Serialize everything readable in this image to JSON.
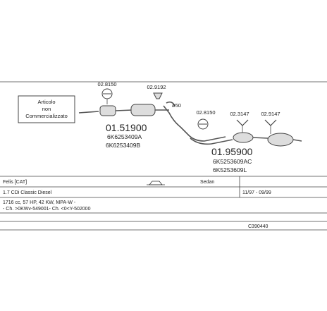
{
  "notice": {
    "line1": "Articolo",
    "line2": "non",
    "line3": "Commercializzato"
  },
  "parts": [
    {
      "number": "01.51900",
      "alt1": "6K6253409A",
      "alt2": "6K6253409B"
    },
    {
      "number": "01.95900",
      "alt1": "6K5253609AC",
      "alt2": "6K5253609L"
    }
  ],
  "fittings": [
    {
      "code": "02.8150"
    },
    {
      "code": "02.9192"
    },
    {
      "code": "02.8150"
    },
    {
      "code": "02.3147"
    },
    {
      "code": "02.9147"
    }
  ],
  "diameter_label": "ø50",
  "info": {
    "model": "Felis [CAT]",
    "body_type": "Sedan",
    "engine": "1.7 CDi Classic Diesel",
    "date_range": "11/97 - 09/99",
    "spec": "1716 cc, 57 HP, 42 KW, MPA-W -",
    "chassis": "- Ch. >0KWv-549001- Ch. <0<Y-502000",
    "catalog_code": "C390440"
  },
  "colors": {
    "line": "#444444",
    "text": "#222222",
    "part": "#dddddd"
  },
  "icons": [
    "car-sedan-icon",
    "clamp-icon",
    "bracket-icon",
    "hanger-icon"
  ]
}
